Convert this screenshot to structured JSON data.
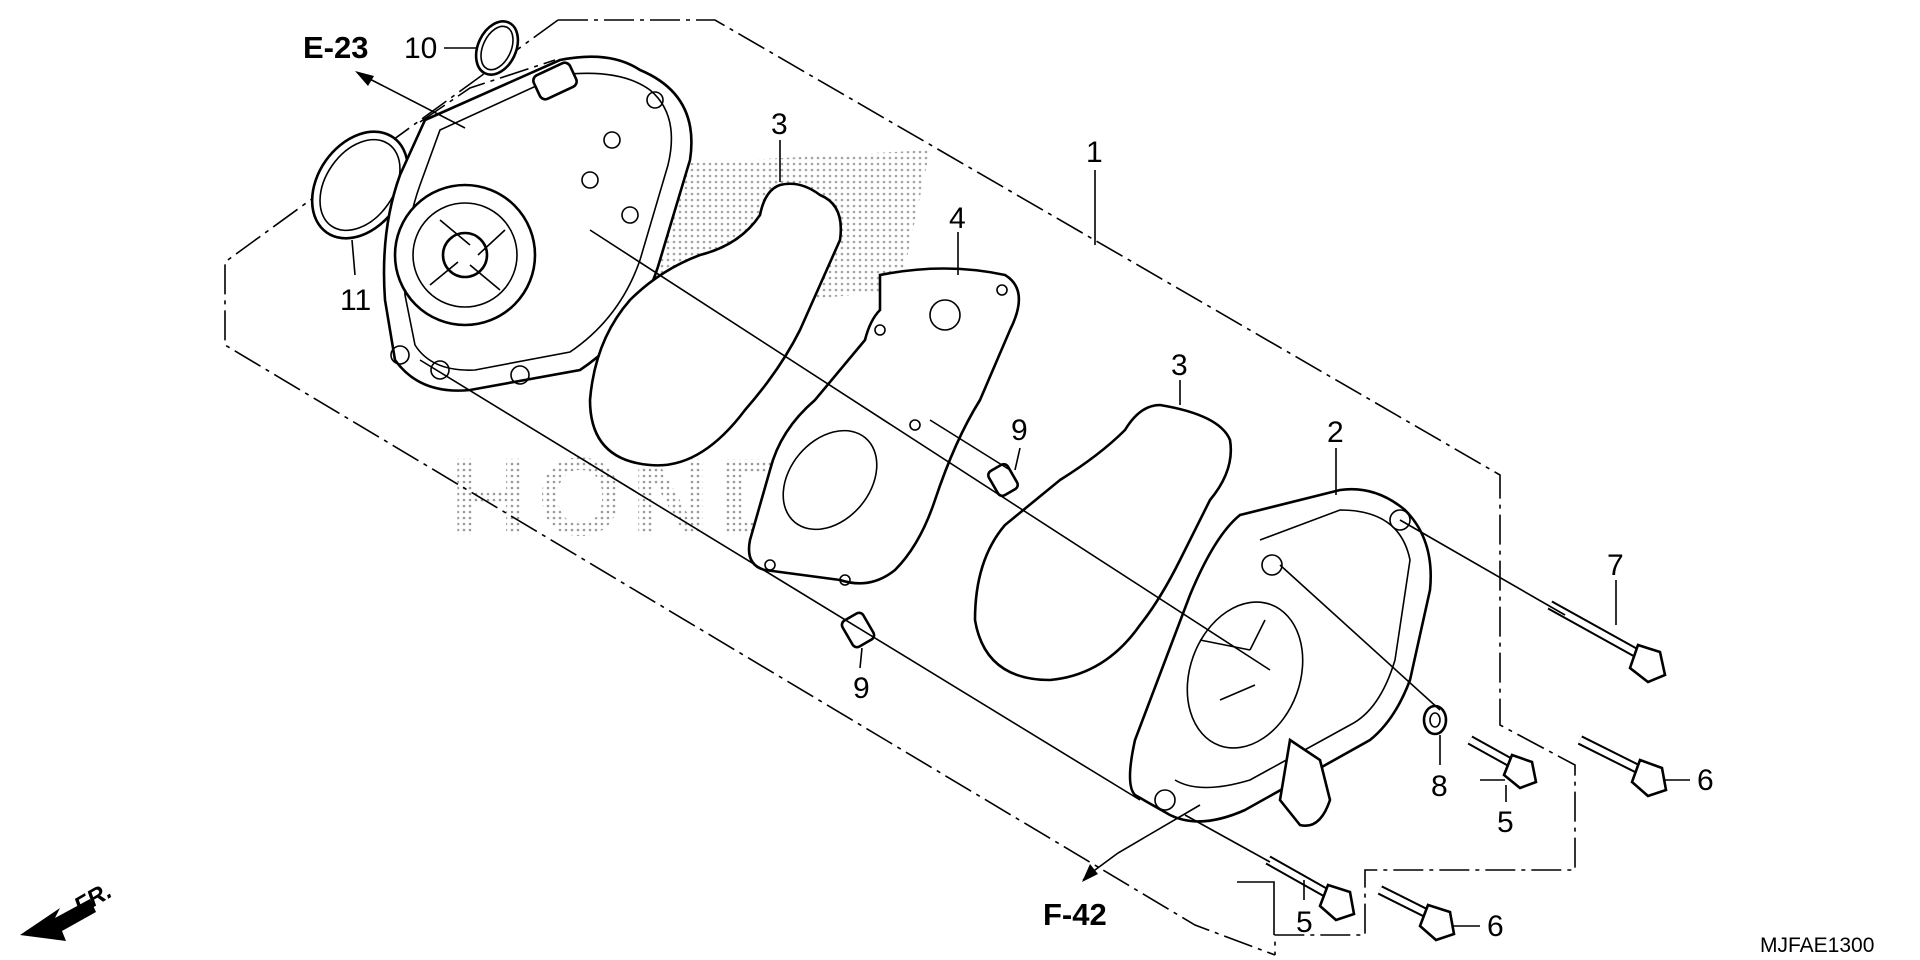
{
  "diagram": {
    "code": "MJFAE1300",
    "watermark": "HONDA",
    "refs": {
      "e23": "E-23",
      "f42": "F-42"
    },
    "front_label": "FR.",
    "callouts": {
      "c1": "1",
      "c2": "2",
      "c3a": "3",
      "c3b": "3",
      "c4": "4",
      "c5a": "5",
      "c5b": "5",
      "c6a": "6",
      "c6b": "6",
      "c7": "7",
      "c8": "8",
      "c9a": "9",
      "c9b": "9",
      "c10": "10",
      "c11": "11"
    }
  }
}
